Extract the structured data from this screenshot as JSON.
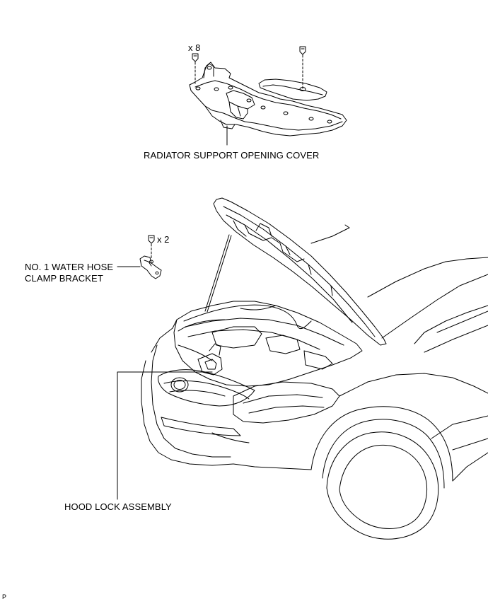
{
  "labels": {
    "radiator_cover": "RADIATOR SUPPORT OPENING COVER",
    "water_hose_line1": "NO. 1 WATER HOSE",
    "water_hose_line2": "CLAMP BRACKET",
    "hood_lock": "HOOD LOCK ASSEMBLY"
  },
  "quantities": {
    "cover_clips": "x 8",
    "bracket_bolts": "x 2"
  },
  "corner_code": "P"
}
